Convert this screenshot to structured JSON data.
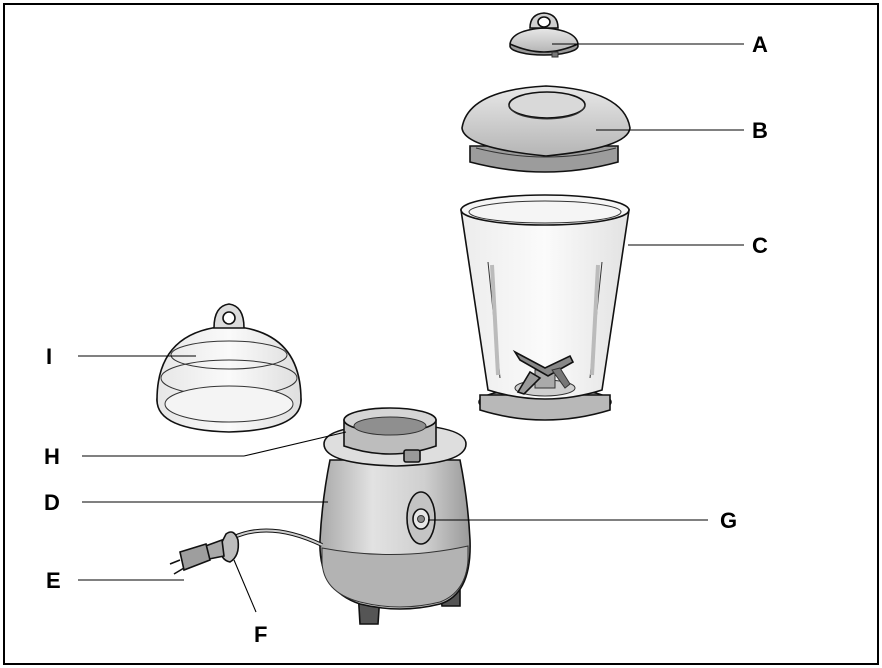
{
  "diagram": {
    "labels": {
      "A": "A",
      "B": "B",
      "C": "C",
      "D": "D",
      "E": "E",
      "F": "F",
      "G": "G",
      "H": "H",
      "I": "I"
    },
    "colors": {
      "outline": "#111111",
      "body_grey": "#c8c8c8",
      "light_grey": "#e4e4e4",
      "dark_grey": "#8a8a8a",
      "leader": "#000000"
    }
  }
}
